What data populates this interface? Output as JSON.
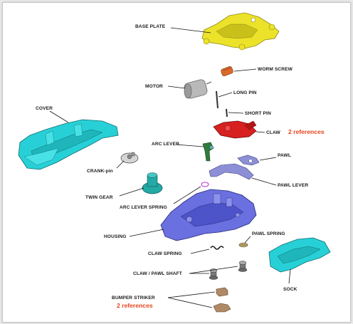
{
  "labels": {
    "base_plate": "BASE PLATE",
    "worm_screw": "WORM SCREW",
    "motor": "MOTOR",
    "long_pin": "LONG PIN",
    "short_pin": "SHORT PIN",
    "cover": "COVER",
    "claw": "CLAW",
    "claw_refs": "2 references",
    "arc_lever": "ARC LEVER",
    "pawl": "PAWL",
    "crank_pin": "CRANK-pin",
    "twin_gear": "TWIN GEAR",
    "pawl_lever": "PAWL LEVER",
    "arc_lever_spring": "ARC LEVER SPRING",
    "housing": "HOUSING",
    "pawl_spring": "PAWL SPRING",
    "claw_spring": "CLAW SPRING",
    "claw_pawl_shaft": "CLAW / PAWL SHAFT",
    "sock": "SOCK",
    "bumper_striker": "BUMPER STRIKER",
    "bumper_refs": "2 references"
  },
  "colors": {
    "base_plate": "#ece22a",
    "worm_screw": "#d9692a",
    "motor": "#b9b9b9",
    "cover": "#27d0d6",
    "claw": "#d72020",
    "arc_lever": "#2f7a3c",
    "pawl": "#8d8fd6",
    "twin_gear": "#23a9a6",
    "housing": "#6a70df",
    "sock": "#27d0d6",
    "bumper_striker": "#b08a66",
    "reference_text": "#e8431c"
  }
}
